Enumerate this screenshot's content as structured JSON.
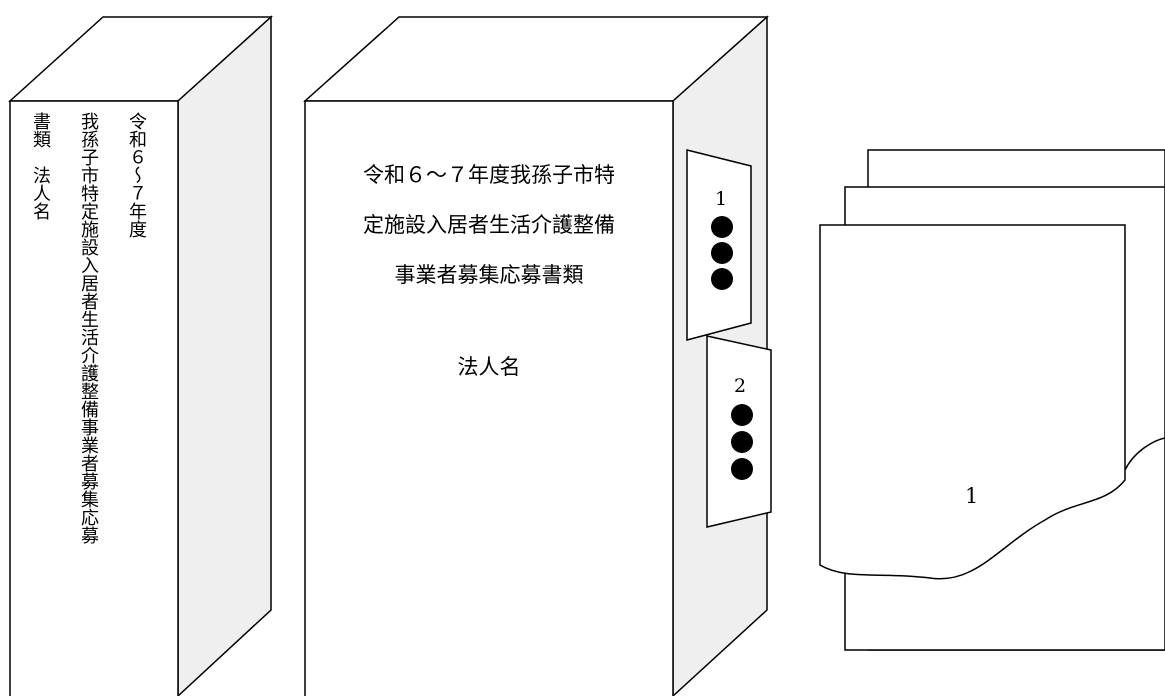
{
  "spine": {
    "columns": [
      "令和６～７年度",
      "我孫子市特定施設入居者生活介護整備事業者募集応募",
      "書類　法人名"
    ]
  },
  "front": {
    "title_lines": [
      "令和６～７年度我孫子市特",
      "定施設入居者生活介護整備",
      "事業者募集応募書類"
    ],
    "corporation_label": "法人名"
  },
  "tabs": [
    {
      "number": "1",
      "dots": 3
    },
    {
      "number": "2",
      "dots": 3
    }
  ],
  "pages": {
    "front_page_number": "1"
  }
}
